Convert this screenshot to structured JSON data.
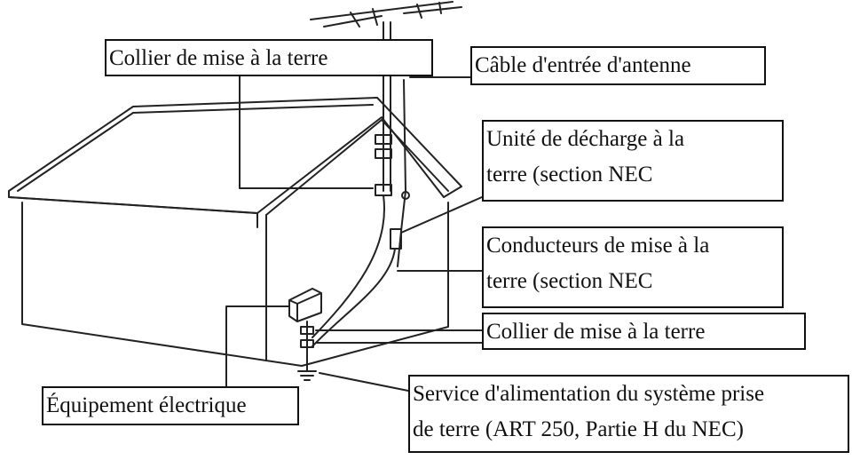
{
  "labels": {
    "grounding_clamp_top": "Collier de mise à la terre",
    "antenna_lead_in": "Câble d'entrée d'antenne",
    "discharge_unit_line1": "Unité de décharge à la",
    "discharge_unit_line2": "terre (section NEC",
    "grounding_conductors_line1": "Conducteurs de mise à la",
    "grounding_conductors_line2": "terre (section NEC",
    "grounding_clamp_bottom": "Collier de mise à la terre",
    "electric_equipment": "Équipement électrique",
    "power_service_line1": "Service d'alimentation du système prise",
    "power_service_line2": "de terre (ART 250, Partie H du NEC)"
  },
  "colors": {
    "line": "#222222",
    "box_border": "#111111",
    "background": "#ffffff"
  }
}
